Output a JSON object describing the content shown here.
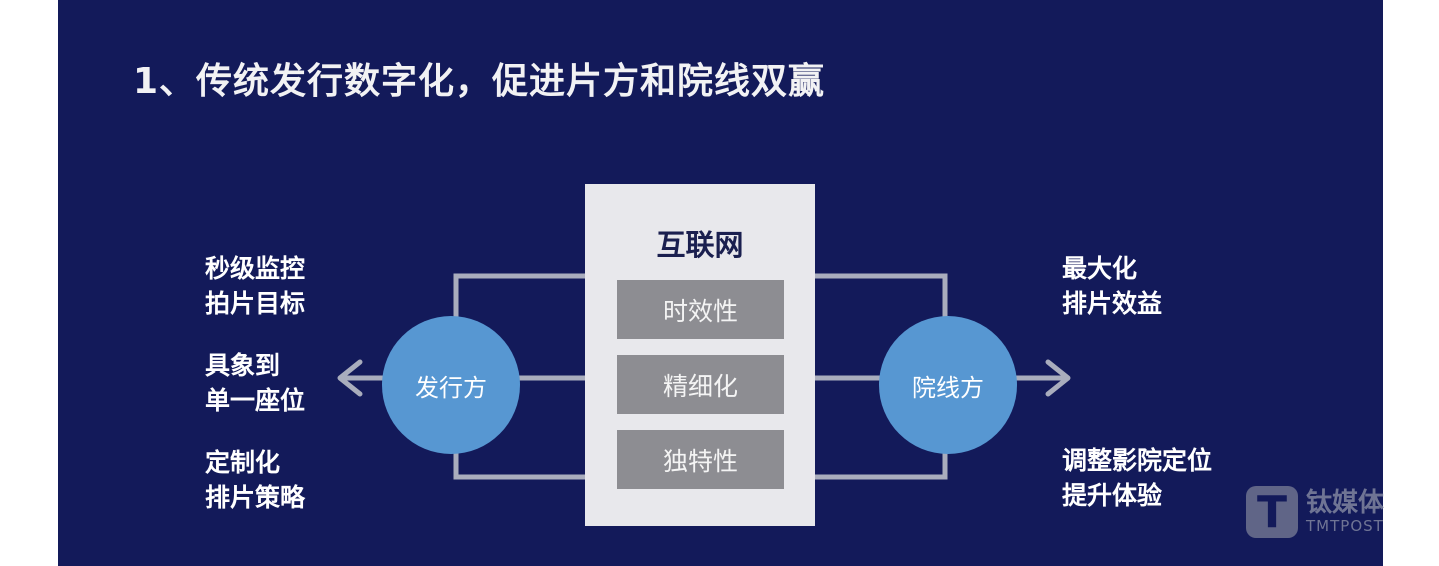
{
  "title": "1、传统发行数字化，促进片方和院线双赢",
  "center": {
    "title": "互联网",
    "items": [
      "时效性",
      "精细化",
      "独特性"
    ]
  },
  "left_node": "发行方",
  "right_node": "院线方",
  "left_labels": [
    [
      "秒级监控",
      "拍片目标"
    ],
    [
      "具象到",
      "单一座位"
    ],
    [
      "定制化",
      "排片策略"
    ]
  ],
  "right_labels": [
    [
      "最大化",
      "排片效益"
    ],
    [
      "调整影院定位",
      "提升体验"
    ]
  ],
  "watermark": {
    "cn": "钛媒体",
    "en": "TMTPOST"
  },
  "colors": {
    "background": "#131a5a",
    "node": "#5797d2",
    "center_box": "#e8e8ec",
    "item_box": "#8d8d92",
    "line": "#a9adbd"
  }
}
